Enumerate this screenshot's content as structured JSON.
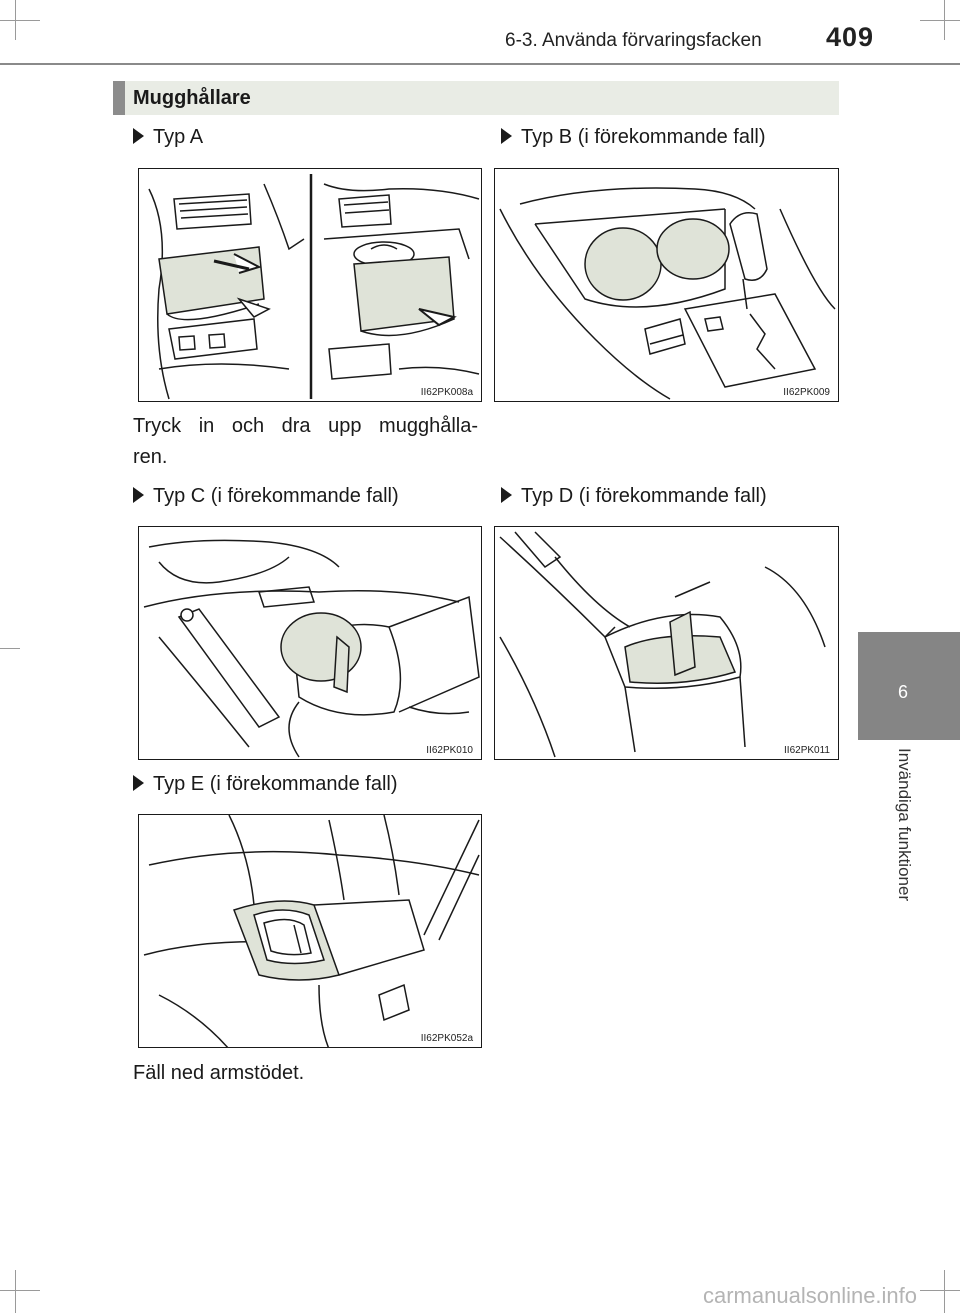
{
  "header": {
    "section_title": "6-3. Använda förvaringsfacken",
    "page_number": "409"
  },
  "title_bar": {
    "label": "Mugghållare"
  },
  "side_tab": {
    "chapter_number": "6",
    "chapter_name": "Invändiga funktioner"
  },
  "types": {
    "a": {
      "label": "Typ A",
      "figure_code": "II62PK008a"
    },
    "b": {
      "label": "Typ B (i förekommande fall)",
      "figure_code": "II62PK009"
    },
    "c": {
      "label": "Typ C (i förekommande fall)",
      "figure_code": "II62PK010"
    },
    "d": {
      "label": "Typ D (i förekommande fall)",
      "figure_code": "II62PK011"
    },
    "e": {
      "label": "Typ E (i förekommande fall)",
      "figure_code": "II62PK052a"
    }
  },
  "text": {
    "type_a_instruction_line1": "Tryck in och dra upp mugghålla-",
    "type_a_instruction_line2": "ren.",
    "type_e_instruction": "Fäll ned armstödet."
  },
  "footer": {
    "watermark": "carmanualsonline.info"
  },
  "colors": {
    "title_bar_bg": "#e9ece5",
    "accent_gray": "#8c8c8c",
    "side_tab": "#858585",
    "highlight_fill": "#dfe3d8"
  }
}
